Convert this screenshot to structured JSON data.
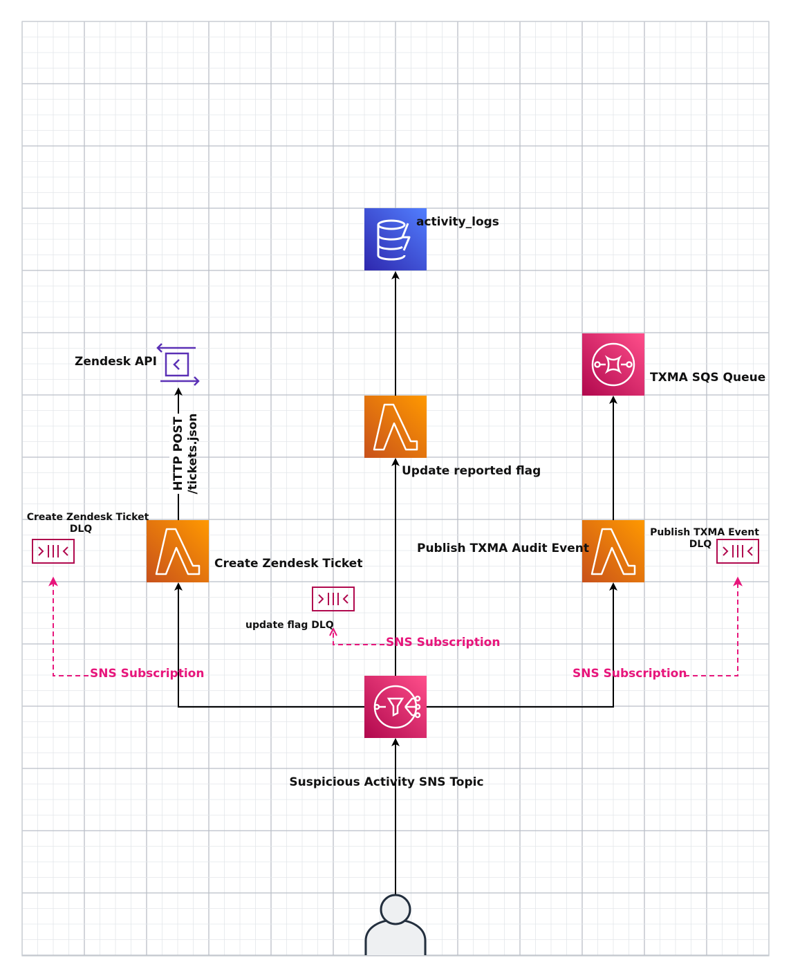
{
  "nodes": {
    "activity_logs": {
      "label": "activity_logs",
      "icon": "dynamodb-icon"
    },
    "zendesk_api": {
      "label": "Zendesk API",
      "icon": "api-endpoint-icon"
    },
    "update_flag_lambda": {
      "label": "Update reported flag",
      "icon": "lambda-icon"
    },
    "txma_queue": {
      "label": "TXMA SQS Queue",
      "icon": "sqs-icon"
    },
    "create_ticket_lambda": {
      "label": "Create Zendesk Ticket",
      "icon": "lambda-icon"
    },
    "publish_txma_lambda": {
      "label": "Publish TXMA Audit Event",
      "icon": "lambda-icon"
    },
    "create_ticket_dlq": {
      "label_line1": "Create Zendesk Ticket",
      "label_line2": "DLQ",
      "icon": "sqs-queue-icon"
    },
    "update_flag_dlq": {
      "label": "update flag DLQ",
      "icon": "sqs-queue-icon"
    },
    "publish_txma_dlq": {
      "label_line1": "Publish TXMA Event",
      "label_line2": "DLQ",
      "icon": "sqs-queue-icon"
    },
    "sns_topic": {
      "label": "Suspicious Activity SNS Topic",
      "icon": "sns-icon"
    },
    "user": {
      "icon": "user-icon"
    }
  },
  "edges": {
    "http_post_line1": "HTTP POST",
    "http_post_line2": "/tickets.json",
    "sns_subscription_left": "SNS Subscription",
    "sns_subscription_middle": "SNS Subscription",
    "sns_subscription_right": "SNS Subscription"
  },
  "colors": {
    "lambda_orange": "#ed7100",
    "dynamodb_blue": "#3b48cc",
    "sns_pink": "#e7157b",
    "api_purple": "#5a30b5",
    "grid": "#c9cdd3"
  }
}
